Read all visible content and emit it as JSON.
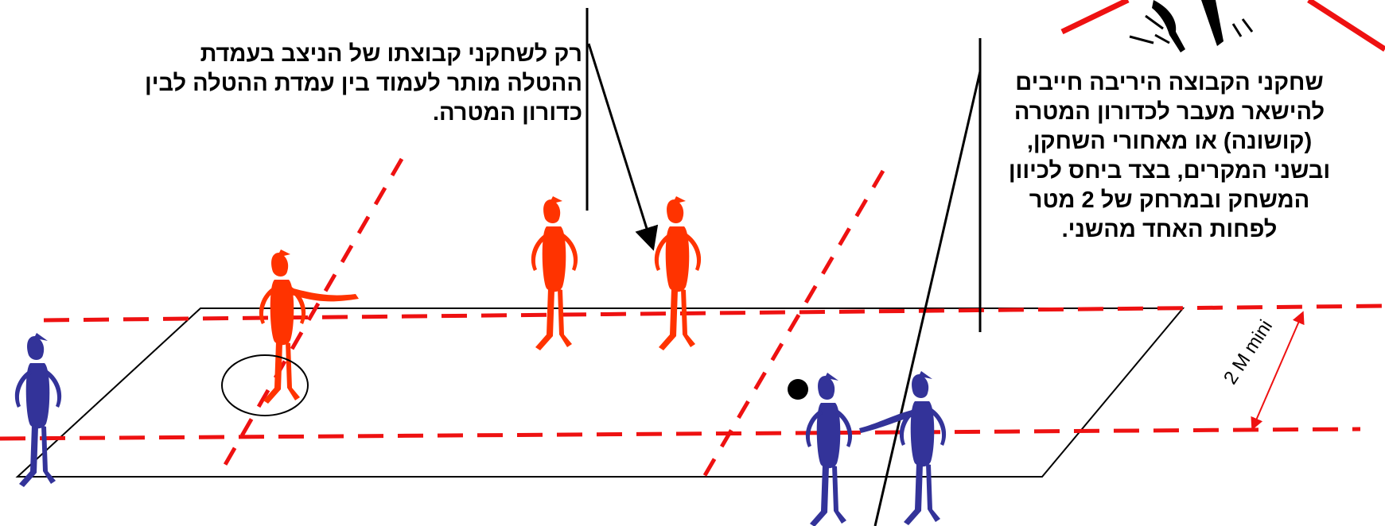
{
  "annotations": {
    "left_note": [
      "רק לשחקני קבוצתו של הניצב בעמדת",
      "ההטלה מותר לעמוד בין עמדת ההטלה לבין",
      "כדורון המטרה."
    ],
    "right_note": [
      "שחקני הקבוצה היריבה חייבים",
      "להישאר מעבר לכדורון המטרה",
      "(קושונה) או מאחורי השחקן,",
      "ובשני המקרים, בצד ביחס לכיוון",
      "המשחק ובמרחק של 2 מטר",
      "לפחות האחד מהשני."
    ],
    "distance_label": "2 M mini"
  },
  "colors": {
    "home_team": "#ff3300",
    "opponent_team": "#333399",
    "dashed_lines": "#ee1111",
    "court_outline": "#000000"
  }
}
